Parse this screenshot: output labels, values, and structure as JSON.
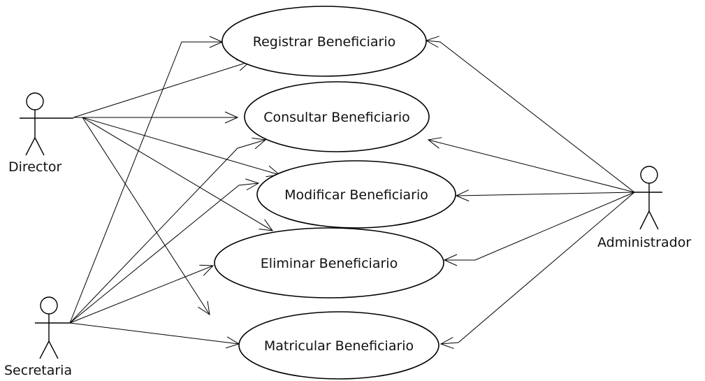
{
  "actors": {
    "director": "Director",
    "secretaria": "Secretaria",
    "administrador": "Administrador"
  },
  "use_cases": {
    "registrar": "Registrar Beneficiario",
    "consultar": "Consultar Beneficiario",
    "modificar": "Modificar Beneficiario",
    "eliminar": "Eliminar Beneficiario",
    "matricular": "Matricular Beneficiario"
  }
}
